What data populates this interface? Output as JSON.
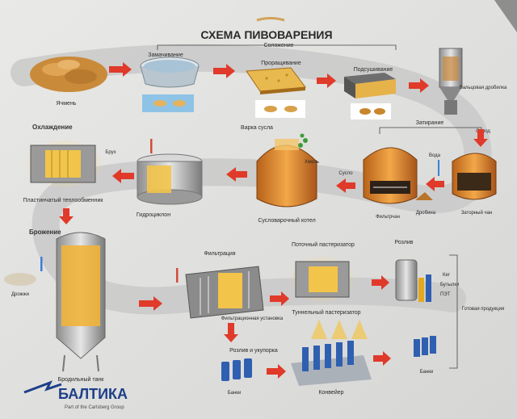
{
  "title": "СХЕМА ПИВОВАРЕНИЯ",
  "brand": {
    "name": "БАЛТИКА",
    "sub": "Part of the Carlsberg Group"
  },
  "sections": {
    "solozhenie": "Соложение",
    "cooling": "Охлаждение",
    "fermentation": "Брожение",
    "mashing": "Затирание",
    "finished": "Готовая продукция"
  },
  "labels": {
    "barley": "Ячмень",
    "steeping": "Замачивание",
    "germination": "Проращивание",
    "kilning": "Подсушивание",
    "malt_crusher": "Вальцовая дробилка",
    "wort_boiling": "Варка сусла",
    "water": "Вода",
    "malt": "Солод",
    "hops": "Хмель",
    "wort": "Сусло",
    "wort_kettle": "Сусловарочный котел",
    "filter_tun": "Фильтрчан",
    "grain": "Дробина",
    "mash_tun": "Заторный чан",
    "hydrocyclone": "Гидроциклон",
    "trub": "Брух",
    "plate_exchanger": "Пластинчатый теплообменник",
    "yeast": "Дрожжи",
    "ferment_tank": "Бродильный танк",
    "filtration": "Фильтрация",
    "filter_unit": "Фильтрационная установка",
    "flow_pasteurizer": "Поточный пастеризатор",
    "tunnel_pasteurizer": "Туннельный пастеризатор",
    "bottling": "Розлив",
    "keg": "Кег",
    "bottles": "Бутылки",
    "pet": "ПЭТ",
    "bottling_packing": "Розлив и укупорка",
    "cans_left": "Банки",
    "conveyor": "Конвейер",
    "cans_right": "Банки"
  },
  "colors": {
    "arrow": "#e03a2a",
    "path": "#c9c9c9",
    "malt": "#e8a23a",
    "tank": "#d98a2a"
  }
}
